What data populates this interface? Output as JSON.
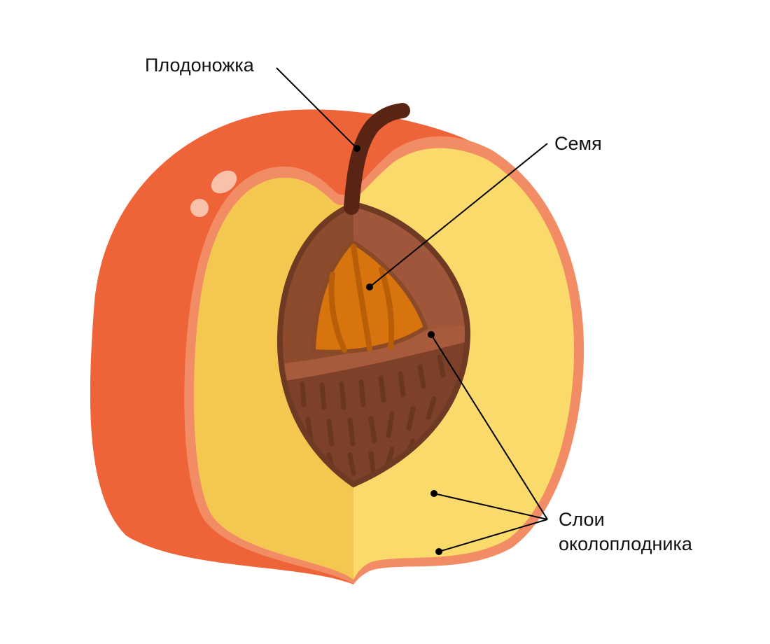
{
  "labels": {
    "stem": "Плодоножка",
    "seed": "Семя",
    "pericarp_line1": "Слои",
    "pericarp_line2": "околоплодника"
  },
  "colors": {
    "skin": "#ee6438",
    "rim": "#f28c64",
    "flesh_left": "#f4c850",
    "flesh_right": "#fbda6c",
    "pit": "#8c4b2c",
    "pit_outline": "#6e3a24",
    "seed": "#d8740e",
    "stem": "#5a2414"
  }
}
